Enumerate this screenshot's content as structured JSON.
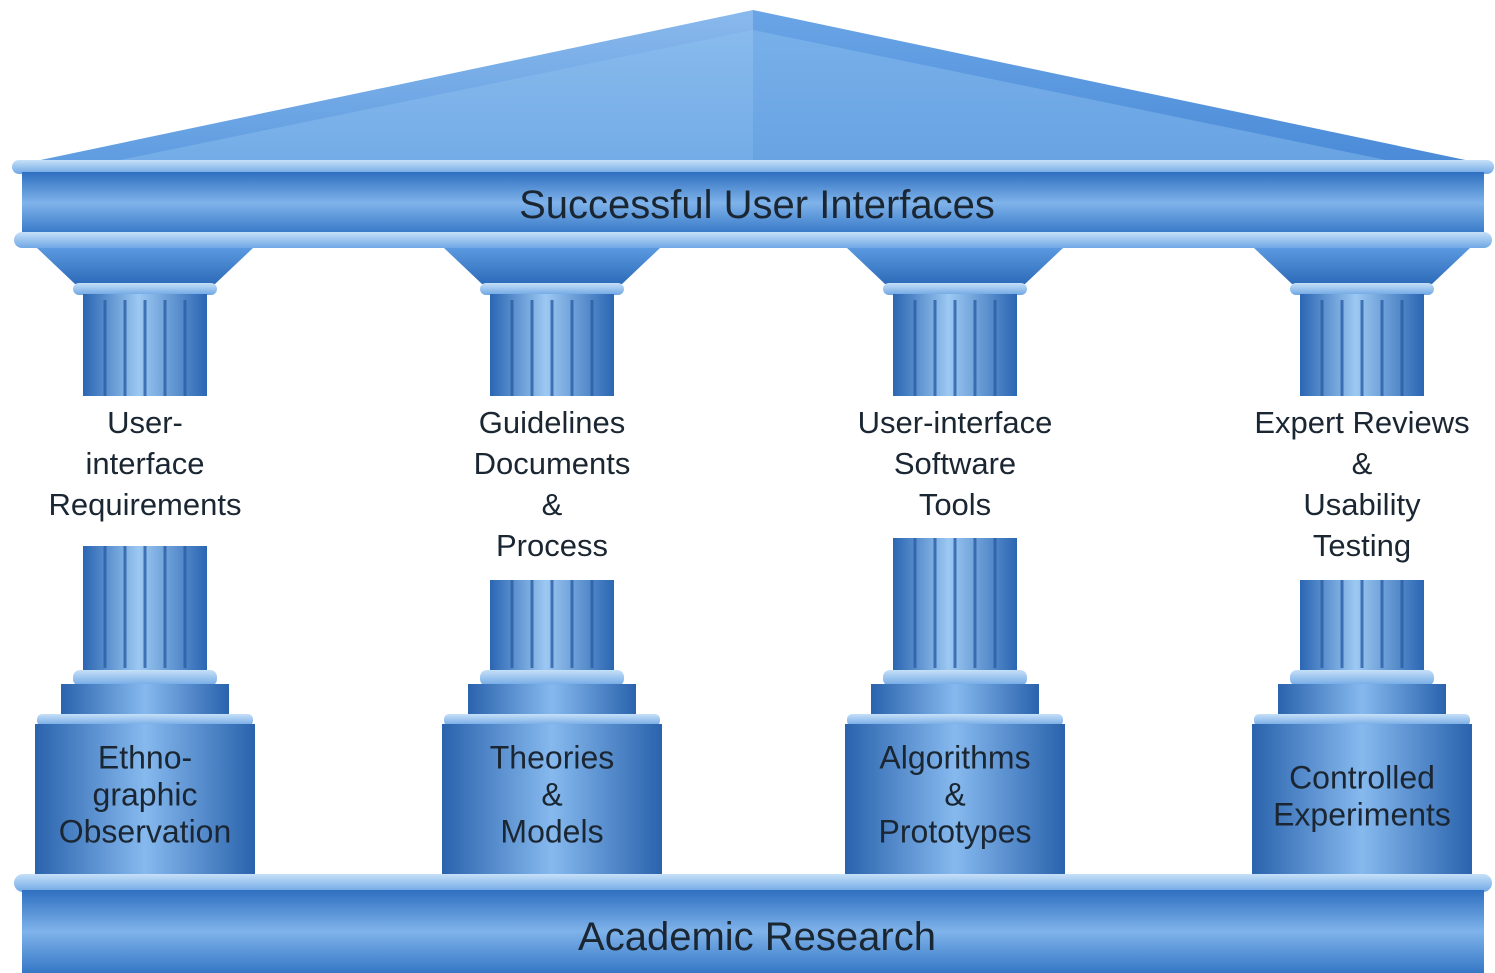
{
  "diagram": {
    "roof_label": "Successful User Interfaces",
    "foundation_label": "Academic Research",
    "pillars": [
      {
        "column_label": [
          "User-",
          "interface",
          "Requirements"
        ],
        "base_label": [
          "Ethno-",
          "graphic",
          "Observation"
        ]
      },
      {
        "column_label": [
          "Guidelines",
          "Documents",
          "&",
          "Process"
        ],
        "base_label": [
          "Theories",
          "&",
          "Models"
        ]
      },
      {
        "column_label": [
          "User-interface",
          "Software",
          "Tools"
        ],
        "base_label": [
          "Algorithms",
          "&",
          "Prototypes"
        ]
      },
      {
        "column_label": [
          "Expert Reviews",
          "&",
          "Usability",
          "Testing"
        ],
        "base_label": [
          "Controlled",
          "Experiments"
        ]
      }
    ]
  },
  "colors": {
    "primary_blue": "#3f83d2",
    "light_blue": "#a9cdf3",
    "dark_blue": "#2a63ad",
    "text": "#1b2633"
  }
}
